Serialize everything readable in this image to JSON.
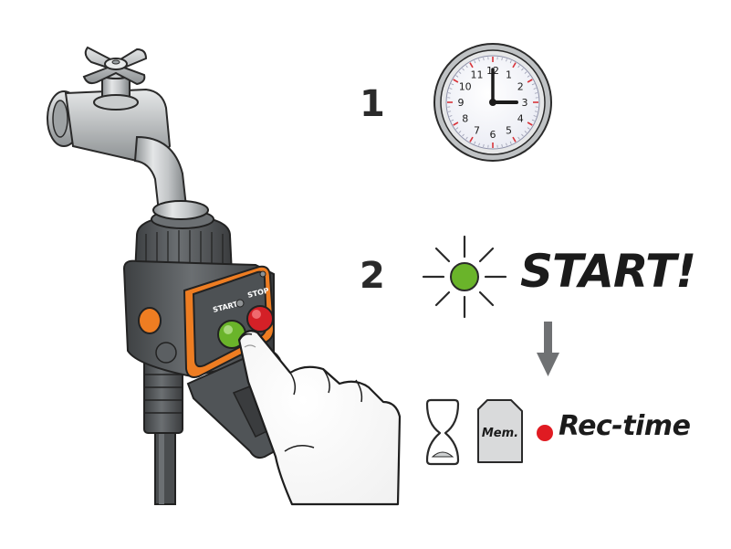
{
  "steps": [
    {
      "number": "1"
    },
    {
      "number": "2"
    }
  ],
  "clock": {
    "numerals": [
      "12",
      "1",
      "2",
      "3",
      "4",
      "5",
      "6",
      "7",
      "8",
      "9",
      "10",
      "11"
    ],
    "time": "3:00"
  },
  "device": {
    "panel_labels": [
      "START",
      "STOP"
    ]
  },
  "start_label": "START!",
  "memory_card": {
    "label": "Mem."
  },
  "rec_label": "Rec-time",
  "colors": {
    "led_green": "#6ab42a",
    "stop_red": "#d42027",
    "accent_orange": "#ee7d22",
    "rec_dot": "#e01b22",
    "clock_tick_red": "#d8343a"
  },
  "icons": [
    "faucet-icon",
    "water-timer-icon",
    "hand-icon",
    "clock-icon",
    "blinking-led-icon",
    "arrow-down-icon",
    "hourglass-icon",
    "memory-card-icon",
    "record-dot-icon"
  ]
}
